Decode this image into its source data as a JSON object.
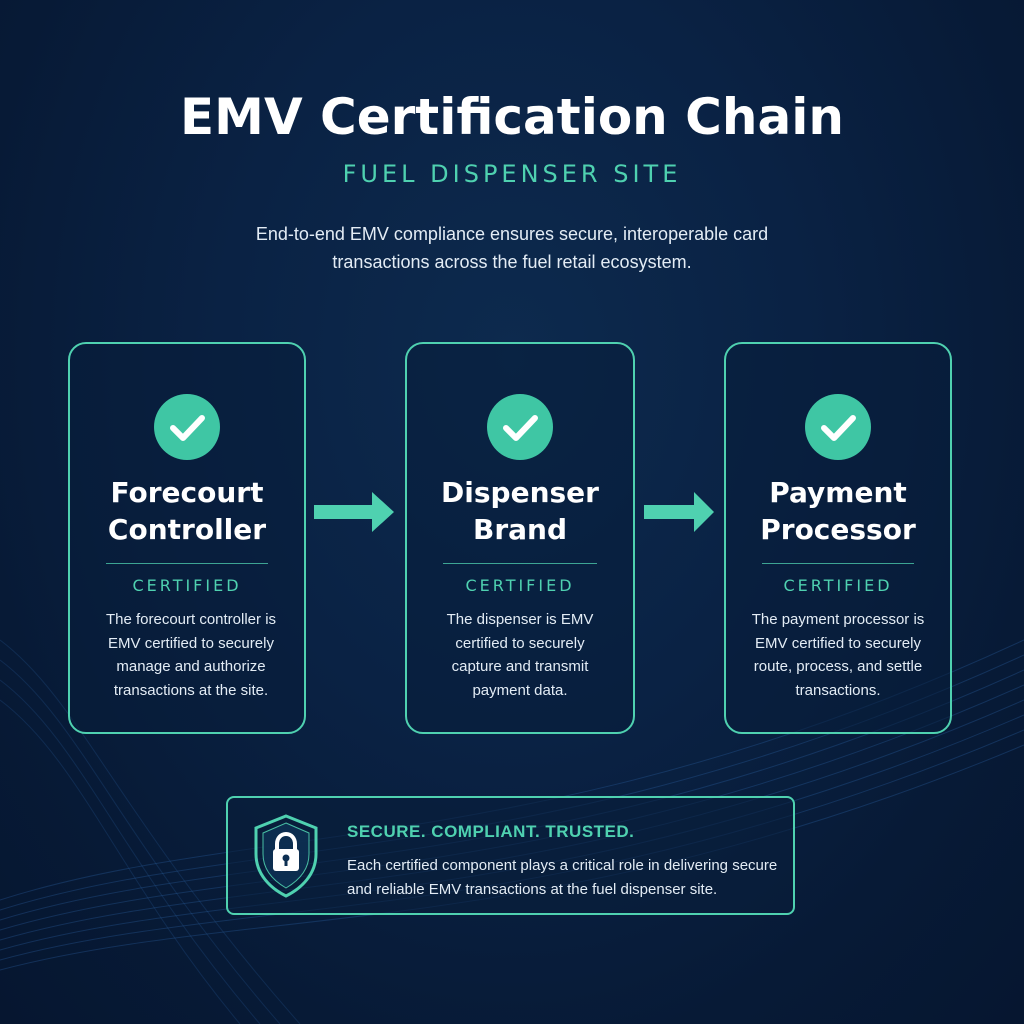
{
  "header": {
    "title": "EMV Certification Chain",
    "subtitle": "FUEL DISPENSER SITE",
    "intro": "End-to-end EMV compliance ensures secure, interoperable card transactions across the fuel retail ecosystem."
  },
  "steps": [
    {
      "name_line1": "Forecourt",
      "name_line2": "Controller",
      "status": "CERTIFIED",
      "description": "The forecourt controller is EMV certified to securely manage and authorize transactions at the site."
    },
    {
      "name_line1": "Dispenser",
      "name_line2": "Brand",
      "status": "CERTIFIED",
      "description": "The dispenser is EMV certified to securely capture and transmit payment data."
    },
    {
      "name_line1": "Payment",
      "name_line2": "Processor",
      "status": "CERTIFIED",
      "description": "The payment processor is EMV certified to securely route, process, and settle transactions."
    }
  ],
  "footer": {
    "headline": "SECURE. COMPLIANT. TRUSTED.",
    "body": "Each certified component plays a critical role in delivering secure and reliable EMV transactions at the fuel dispenser site."
  },
  "icons": {
    "check": "check-circle-icon",
    "arrow": "arrow-right-icon",
    "shield": "shield-lock-icon"
  },
  "colors": {
    "accent": "#4fd1b0",
    "check_fill": "#3fc6a4",
    "background": "#0a2244",
    "text": "#ffffff"
  }
}
